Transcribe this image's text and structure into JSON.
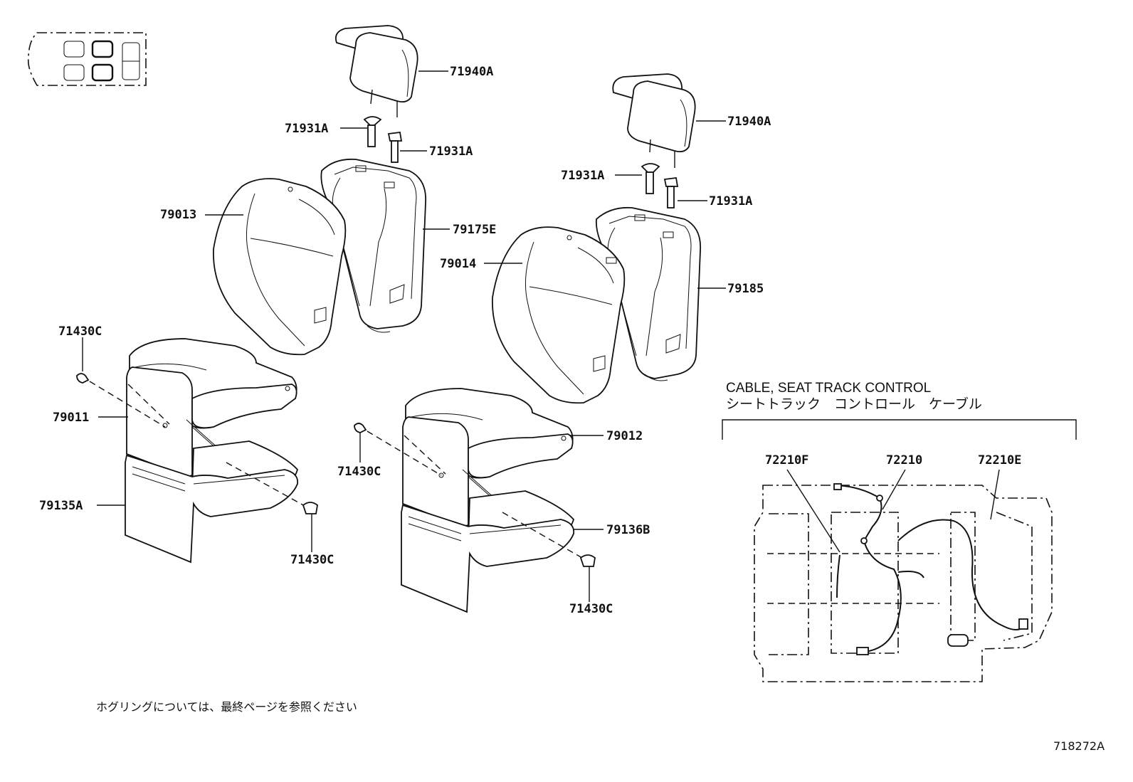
{
  "labels": {
    "headrest_left": "71940A",
    "headrest_right": "71940A",
    "support_l1": "71931A",
    "support_l2": "71931A",
    "support_r1": "71931A",
    "support_r2": "71931A",
    "back_cover_left": "79013",
    "back_cover_left_rear": "79175E",
    "back_cover_right": "79014",
    "back_cover_right_rear": "79185",
    "hog_ring_top_left": "71430C",
    "cushion_left": "79011",
    "cushion_left_lower": "79135A",
    "hog_ring_bottom_left": "71430C",
    "hog_ring_mid": "71430C",
    "cushion_right": "79012",
    "cushion_right_lower": "79136B",
    "hog_ring_bottom_right": "71430C",
    "cable_f": "72210F",
    "cable": "72210",
    "cable_e": "72210E"
  },
  "inset": {
    "title_en": "CABLE, SEAT TRACK CONTROL",
    "title_jp": "シートトラック　コントロール　ケーブル"
  },
  "note_jp": "ホグリングについては、最終ページを参照ください",
  "figure_id": "718272A"
}
